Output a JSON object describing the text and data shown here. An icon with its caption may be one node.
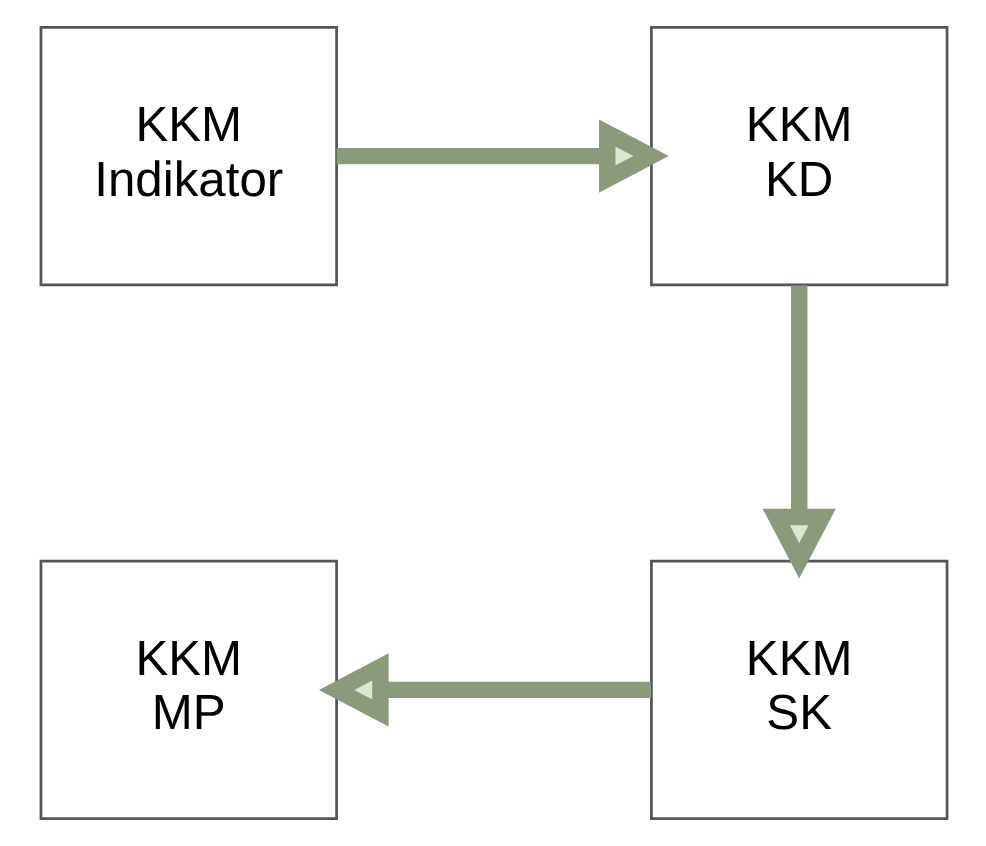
{
  "diagram": {
    "nodes": [
      {
        "text": [
          "KKM Indikator"
        ]
      },
      {
        "text": [
          "KKM KD"
        ]
      },
      {
        "text": [
          "KKM MP"
        ]
      },
      {
        "text": [
          "KKM SK"
        ]
      }
    ],
    "edges": [
      {
        "from": 0,
        "to": 1,
        "arrow": "to"
      },
      {
        "from": 1,
        "to": 3,
        "arrow": "to"
      },
      {
        "from": 3,
        "to": 2,
        "arrow": "to"
      }
    ]
  }
}
